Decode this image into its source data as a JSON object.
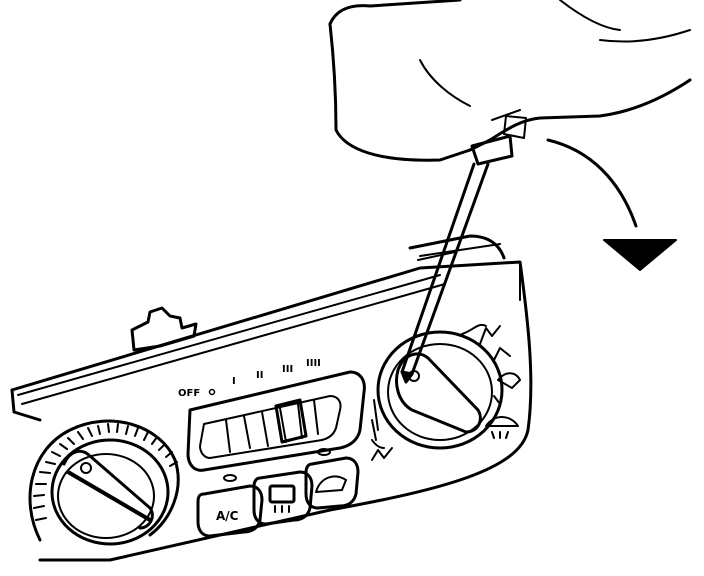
{
  "figure": {
    "colors": {
      "ink": "#000000",
      "paper": "#ffffff"
    }
  },
  "panel": {
    "fan_labels": [
      "OFF",
      "I",
      "II",
      "III",
      "IIII"
    ],
    "buttons": {
      "ac_label": "A/C",
      "rear_defrost_icon": "rear-defrost-icon",
      "recirculation_icon": "recirculation-icon"
    },
    "mode_icons": [
      "vent-face-icon",
      "vent-bilevel-icon",
      "floor-icon",
      "floor-defrost-icon",
      "defrost-icon"
    ]
  },
  "annotation": {
    "arrow_direction": "clockwise"
  }
}
